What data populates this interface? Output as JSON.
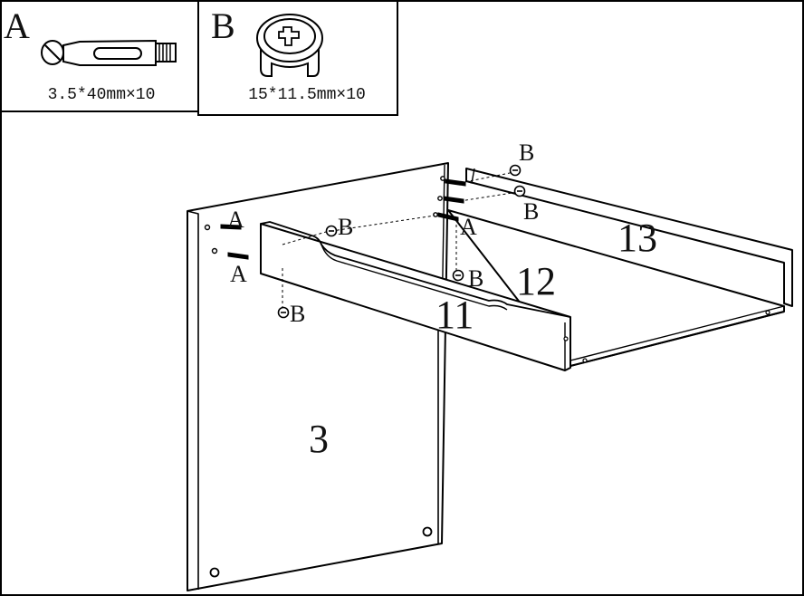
{
  "hardware": [
    {
      "letter": "A",
      "spec": "3.5*40mm×10",
      "icon": "cam-bolt-icon"
    },
    {
      "letter": "B",
      "spec": "15*11.5mm×10",
      "icon": "cam-lock-icon"
    }
  ],
  "parts": {
    "panel_3": "3",
    "panel_11": "11",
    "panel_12": "12",
    "panel_13": "13"
  },
  "callouts": {
    "a_left_top": "A",
    "a_left_bottom": "A",
    "a_mid": "A",
    "b_top_1": "B",
    "b_top_2": "B",
    "b_front_top": "B",
    "b_front_bottom": "B",
    "b_mid": "B"
  }
}
